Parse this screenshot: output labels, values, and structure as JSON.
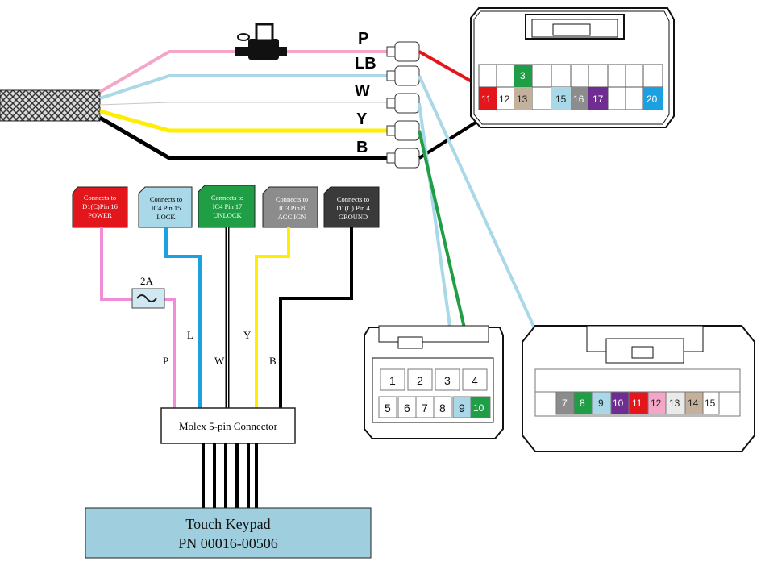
{
  "harness_labels": {
    "p": "P",
    "lb": "LB",
    "w": "W",
    "y": "Y",
    "b": "B"
  },
  "tags": {
    "power": [
      "Connects to",
      "D1(C)Pin 16",
      "POWER"
    ],
    "lock": [
      "Connects to",
      "IC4 Pin 15",
      "LOCK"
    ],
    "unlock": [
      "Connects to",
      "IC4 Pin 17",
      "UNLOCK"
    ],
    "acc": [
      "Connects to",
      "IC3 Pin 8",
      "ACC IGN"
    ],
    "ground": [
      "Connects to",
      "D1(C) Pin 4",
      "GROUND"
    ]
  },
  "fuse_label": "2A",
  "keypad_wire_labels": {
    "p": "P",
    "l": "L",
    "w": "W",
    "y": "Y",
    "b": "B"
  },
  "molex_label": "Molex 5-pin Connector",
  "keypad": {
    "line1": "Touch Keypad",
    "line2": "PN 00016-00506"
  },
  "conn_top": {
    "p3": "3",
    "p11": "11",
    "p12": "12",
    "p13": "13",
    "p15": "15",
    "p16": "16",
    "p17": "17",
    "p20": "20"
  },
  "conn_small": {
    "p1": "1",
    "p2": "2",
    "p3": "3",
    "p4": "4",
    "p5": "5",
    "p6": "6",
    "p7": "7",
    "p8": "8",
    "p9": "9",
    "p10": "10"
  },
  "conn_right": {
    "p7": "7",
    "p8": "8",
    "p9": "9",
    "p10": "10",
    "p11": "11",
    "p12": "12",
    "p13": "13",
    "p14": "14",
    "p15": "15"
  },
  "colors": {
    "pink": "#f4a6c9",
    "lightblue": "#a9d8e8",
    "yellow": "#ffee00",
    "red": "#e3161b",
    "green": "#1f9e45",
    "blue": "#1ba1e2",
    "purple": "#6f2c91",
    "tan": "#c4b19c",
    "grey": "#8c8c8c",
    "keypad": "#9fcfdf"
  }
}
